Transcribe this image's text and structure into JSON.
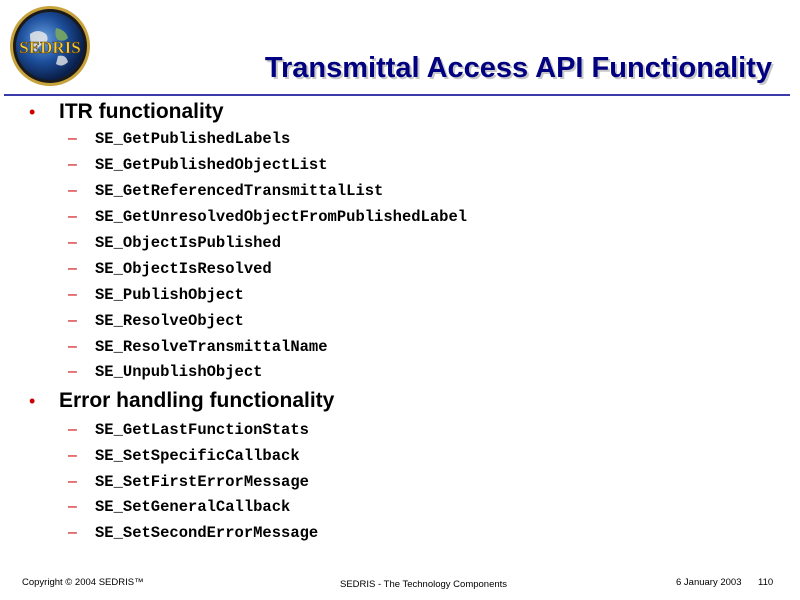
{
  "logo": {
    "text": "SEDRIS"
  },
  "slide": {
    "title": "Transmittal Access API Functionality",
    "sections": [
      {
        "heading": "ITR functionality",
        "items": [
          "SE_GetPublishedLabels",
          "SE_GetPublishedObjectList",
          "SE_GetReferencedTransmittalList",
          "SE_GetUnresolvedObjectFromPublishedLabel",
          "SE_ObjectIsPublished",
          "SE_ObjectIsResolved",
          "SE_PublishObject",
          "SE_ResolveObject",
          "SE_ResolveTransmittalName",
          "SE_UnpublishObject"
        ]
      },
      {
        "heading": "Error handling functionality",
        "items": [
          "SE_GetLastFunctionStats",
          "SE_SetSpecificCallback",
          "SE_SetFirstErrorMessage",
          "SE_SetGeneralCallback",
          "SE_SetSecondErrorMessage"
        ]
      }
    ]
  },
  "footer": {
    "copyright": "Copyright © 2004 SEDRIS™",
    "center": "SEDRIS - The Technology Components",
    "date": "6 January 2003",
    "page": "110"
  },
  "colors": {
    "title": "#000080",
    "bullet": "#cc0000",
    "rule": "#3a3aa8"
  }
}
